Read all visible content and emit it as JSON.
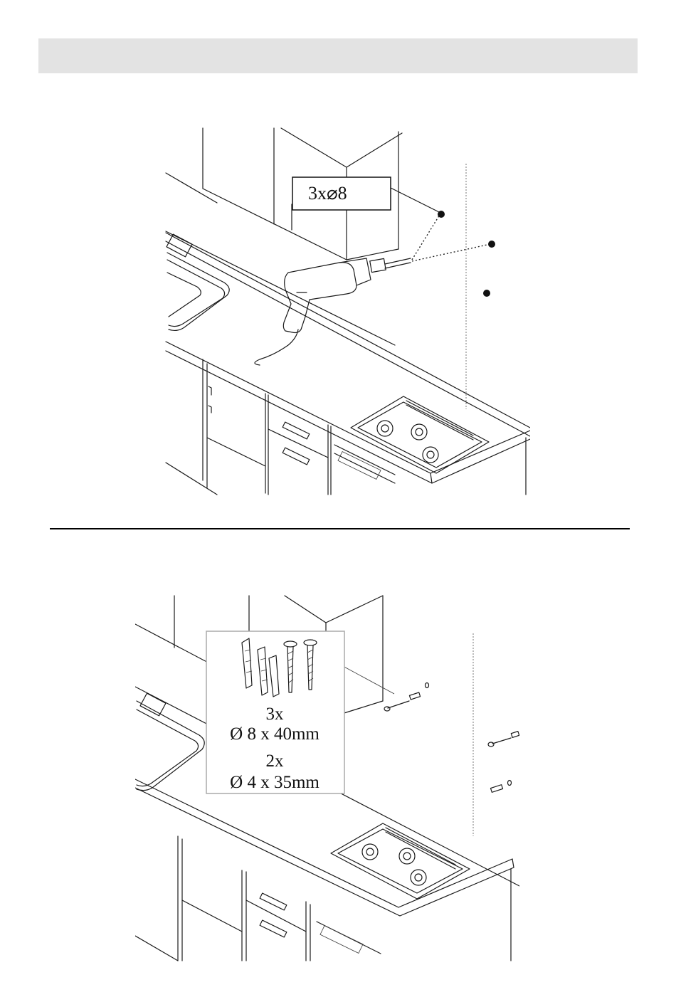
{
  "header": {
    "title": ""
  },
  "step1": {
    "callout_label": "3x⌀8",
    "drill_hole_count": 3
  },
  "step2": {
    "anchor_qty": "3x",
    "anchor_size": "Ø 8 x 40mm",
    "screw_qty": "2x",
    "screw_size": "Ø 4 x 35mm"
  },
  "colors": {
    "header_bar": "#e3e3e3",
    "ink": "#1a1a1a",
    "background": "#ffffff"
  }
}
